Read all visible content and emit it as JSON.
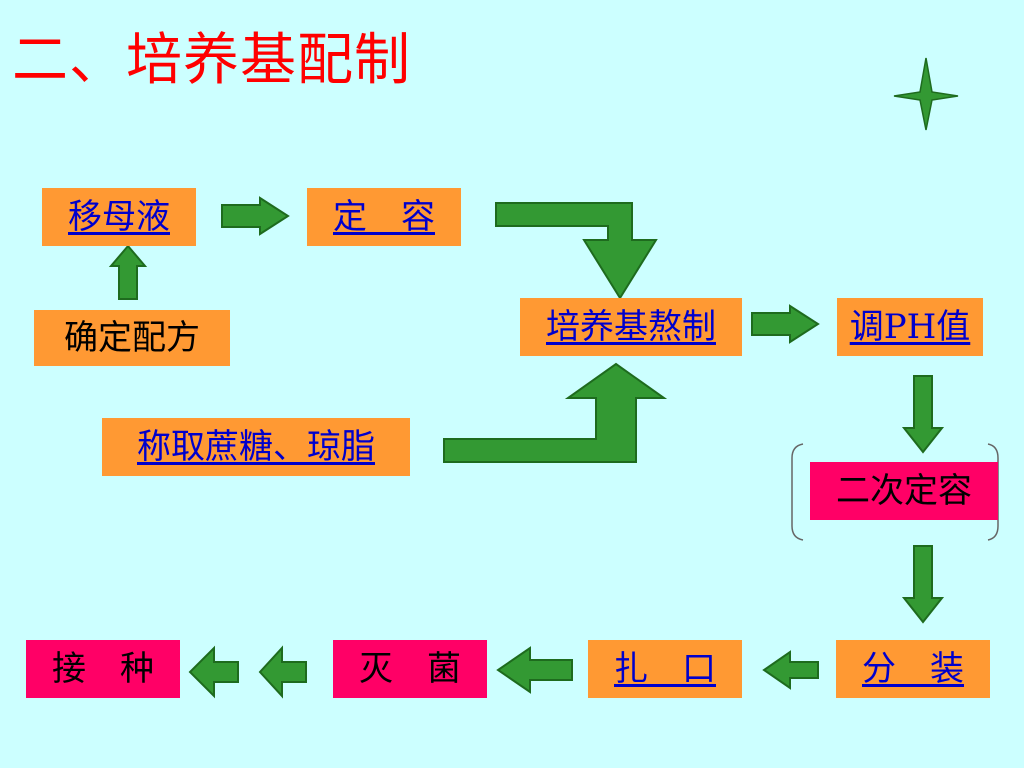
{
  "title": "二、培养基配制",
  "colors": {
    "background": "#ccffff",
    "title": "#ff0000",
    "box_orange": "#ff9933",
    "box_pink": "#ff0066",
    "link_text": "#0000cc",
    "arrow_fill": "#339933",
    "star": "#339933"
  },
  "steps": {
    "yi_mu_ye": "移母液",
    "ding_rong": "定　容",
    "que_ding_pei_fang": "确定配方",
    "pei_yang_ji_ao_zhi": "培养基熬制",
    "tiao_ph": "调PH值",
    "cheng_qu": "称取蔗糖、琼脂",
    "er_ci_ding_rong": "二次定容",
    "fen_zhuang": "分　装",
    "za_kou": "扎　口",
    "mie_jun": "灭　菌",
    "jie_zhong": "接　种"
  },
  "icons": {
    "star": "four-point-star-icon",
    "arrow": "block-arrow-icon",
    "bracket": "bracket-icon"
  }
}
